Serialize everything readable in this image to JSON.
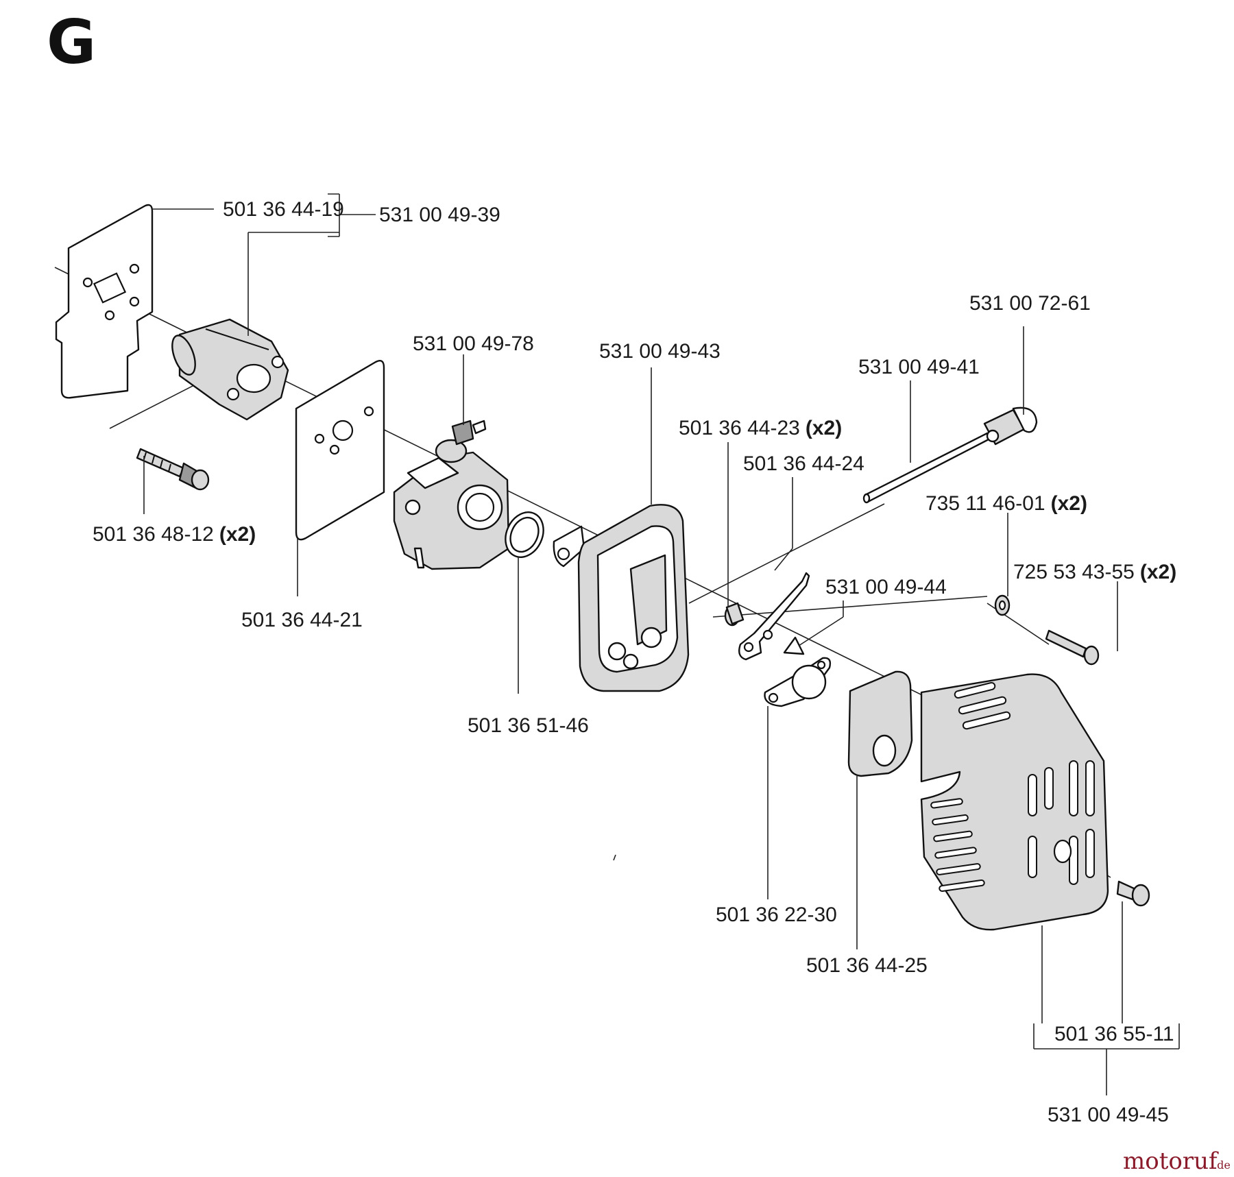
{
  "diagram": {
    "section_letter": "G",
    "watermark": {
      "text": "motoruf",
      "suffix": ".de"
    },
    "labels": {
      "gasket_inner": "501 36 44-19",
      "gasket_kit": "531 00 49-39",
      "screw_rear": "501 36 48-12",
      "screw_rear_qty": "(x2)",
      "gasket_outer": "501 36 44-21",
      "carburetor": "531 00 49-78",
      "o_ring": "501 36 51-46",
      "air_filter_base": "531 00 49-43",
      "bushing": "501 36 44-23",
      "bushing_qty": "(x2)",
      "choke_lever": "501 36 44-24",
      "fuel_line": "531 00 49-41",
      "primer_bulb": "531 00 72-61",
      "choke_kit": "531 00  49-44",
      "washer": "735 11 46-01",
      "washer_qty": "(x2)",
      "screw_long": "725 53 43-55",
      "screw_long_qty": "(x2)",
      "choke_plate": "501 36 22-30",
      "filter_element": "501 36 44-25",
      "cover_screw": "501 36 55-11",
      "filter_cover_kit": "531 00 49-45"
    }
  }
}
